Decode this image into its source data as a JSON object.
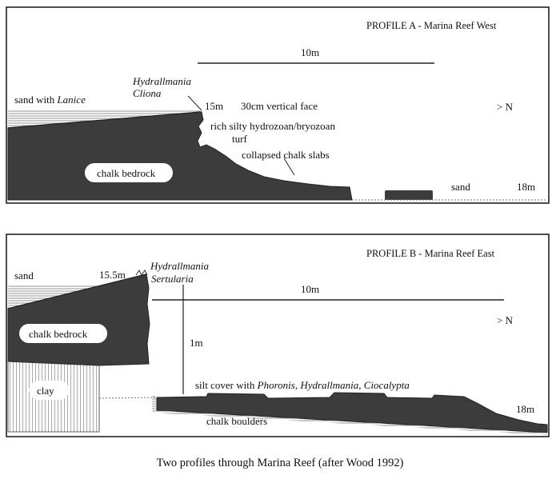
{
  "caption": "Two profiles through Marina Reef  (after Wood 1992)",
  "colors": {
    "ink": "#111111",
    "rock": "#3c3c3c",
    "hatch": "#555555",
    "paper": "#ffffff"
  },
  "profile_a": {
    "title": "PROFILE A - Marina Reef West",
    "scale_bar": "10m",
    "north": "> N",
    "taxa_1": "Hydrallmania",
    "taxa_2": "Cliona",
    "sand_prefix": "sand with",
    "sand_taxon": "Lanice",
    "depth_top": "15m",
    "vertical_face": "30cm vertical face",
    "turf_1": "rich silty hydrozoan/bryozoan",
    "turf_2": "turf",
    "slabs": "collapsed chalk slabs",
    "bedrock": "chalk bedrock",
    "sand": "sand",
    "depth_bottom": "18m"
  },
  "profile_b": {
    "title": "PROFILE B - Marina Reef East",
    "sand": "sand",
    "depth_top": "15.5m",
    "taxa_1": "Hydrallmania",
    "taxa_2": "Sertularia",
    "scale_bar": "10m",
    "north": "> N",
    "bedrock": "chalk bedrock",
    "vertical_scale": "1m",
    "clay": "clay",
    "silt_prefix": "silt cover with",
    "silt_taxa": "Phoronis, Hydrallmania, Ciocalypta",
    "boulders": "chalk boulders",
    "depth_bottom": "18m"
  }
}
